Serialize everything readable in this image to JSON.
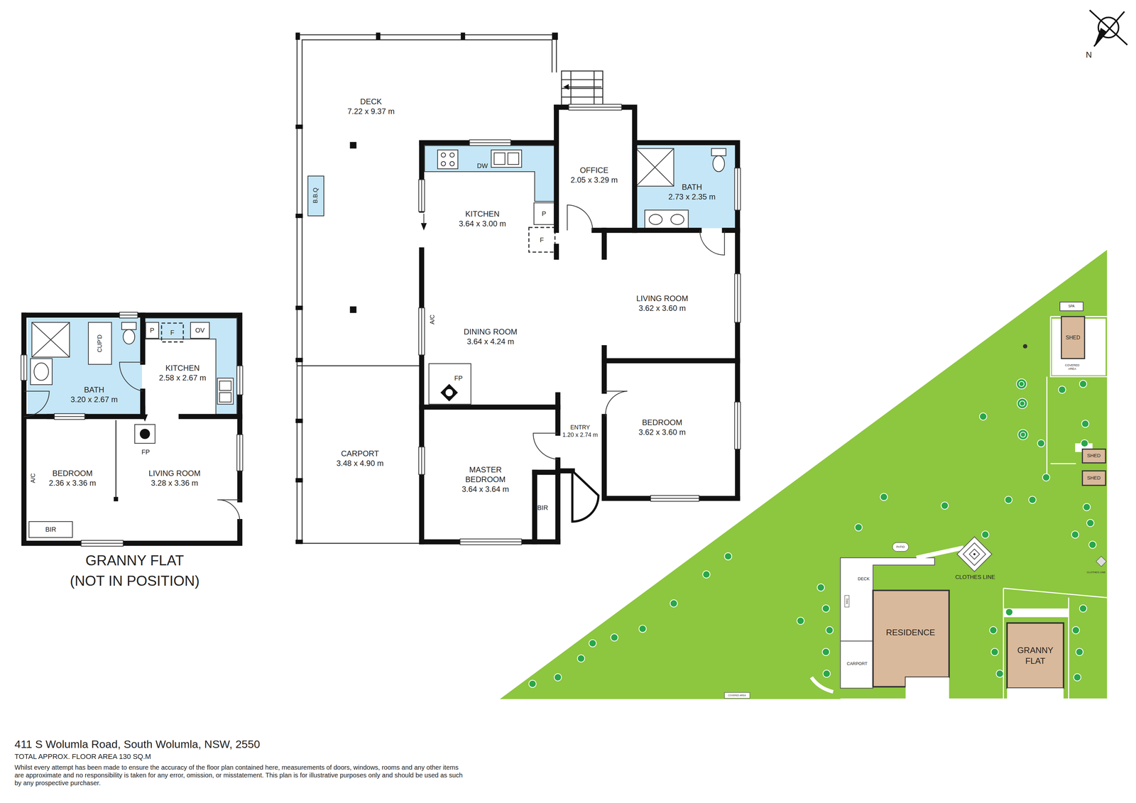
{
  "diagram": {
    "title": "411 S Wolumla Road, South Wolumla, NSW, 2550",
    "nodes": [
      {
        "text": [
          "DECK",
          "7.22 x 9.37 m"
        ]
      },
      {
        "text": [
          "OFFICE",
          "2.05 x 3.29 m"
        ]
      },
      {
        "text": [
          "BATH",
          "2.73 x 2.35 m"
        ]
      },
      {
        "text": [
          "KITCHEN",
          "3.64 x 3.00 m"
        ]
      },
      {
        "text": [
          "LIVING ROOM",
          "3.62 x 3.60 m"
        ]
      },
      {
        "text": [
          "DINING ROOM",
          "3.64 x 4.24 m"
        ]
      },
      {
        "text": [
          "ENTRY",
          "1.20 x 2.74 m"
        ]
      },
      {
        "text": [
          "BEDROOM",
          "3.62 x 3.60 m"
        ]
      },
      {
        "text": [
          "CARPORT",
          "3.48 x 4.90 m"
        ]
      },
      {
        "text": [
          "MASTER BEDROOM",
          "3.64 x 3.64 m"
        ]
      },
      {
        "text": [
          "BATH",
          "3.20 x 2.67 m"
        ]
      },
      {
        "text": [
          "KITCHEN",
          "2.58 x 2.67 m"
        ]
      },
      {
        "text": [
          "BEDROOM",
          "2.36 x 3.36 m"
        ]
      },
      {
        "text": [
          "LIVING ROOM",
          "3.28 x 3.36 m"
        ]
      },
      {
        "text": [
          "RESIDENCE"
        ]
      },
      {
        "text": [
          "GRANNY FLAT"
        ]
      },
      {
        "text": [
          "SHED"
        ]
      },
      {
        "text": [
          "SHED"
        ]
      },
      {
        "text": [
          "SHED"
        ]
      }
    ],
    "labels": [
      "DW",
      "P",
      "F",
      "B.B.Q",
      "A/C",
      "FP",
      "BIR",
      "CUP'D",
      "P",
      "F",
      "OV",
      "A/C",
      "FP",
      "BIR",
      "GRANNY FLAT",
      "(NOT IN POSITION)",
      "SPA",
      "COVERED AREA",
      "DECK",
      "BBQ",
      "CARPORT",
      "PATIO",
      "CLOTHES LINE",
      "CLOTHES LINE",
      "COVERED AREA",
      "TOTAL APPROX. FLOOR AREA 130 SQ.M",
      "Whilst every attempt has been made to ensure the accuracy of the floor plan contained here, measurements of doors, windows, rooms and any other items are approximate and no responsibility is taken for any error, omission, or misstatement. This plan is for illustrative purposes only and should be used as such by any prospective purchaser.",
      "N"
    ]
  }
}
